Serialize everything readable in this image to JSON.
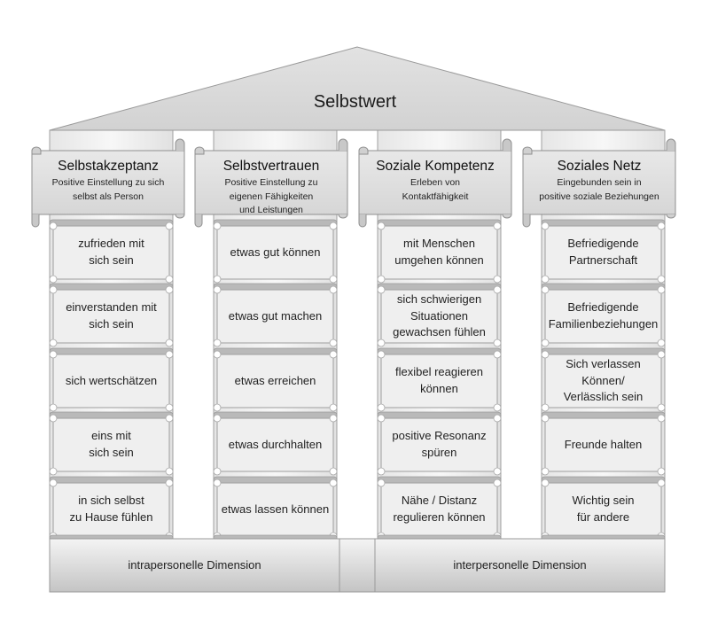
{
  "roof": {
    "title": "Selbstwert"
  },
  "pillars": [
    {
      "title": "Selbstakzeptanz",
      "subtitle": "Positive Einstellung zu sich\nselbst als Person",
      "blocks": [
        "zufrieden mit\nsich sein",
        "einverstanden mit\nsich sein",
        "sich wertschätzen",
        "eins mit\nsich sein",
        "in sich selbst\nzu Hause fühlen"
      ]
    },
    {
      "title": "Selbstvertrauen",
      "subtitle": "Positive Einstellung zu\neigenen Fähigkeiten\nund Leistungen",
      "blocks": [
        "etwas gut können",
        "etwas gut machen",
        "etwas erreichen",
        "etwas durchhalten",
        "etwas lassen können"
      ]
    },
    {
      "title": "Soziale Kompetenz",
      "subtitle": "Erleben von\nKontaktfähigkeit",
      "blocks": [
        "mit Menschen\numgehen können",
        "sich schwierigen\nSituationen\ngewachsen fühlen",
        "flexibel reagieren\nkönnen",
        "positive Resonanz\nspüren",
        "Nähe / Distanz\nregulieren können"
      ]
    },
    {
      "title": "Soziales Netz",
      "subtitle": "Eingebunden sein in\npositive soziale Beziehungen",
      "blocks": [
        "Befriedigende\nPartnerschaft",
        "Befriedigende\nFamilienbeziehungen",
        "Sich verlassen\nKönnen/\nVerlässlich sein",
        "Freunde halten",
        "Wichtig sein\nfür andere"
      ]
    }
  ],
  "base": {
    "left_label": "intrapersonelle Dimension",
    "right_label": "interpersonelle Dimension"
  }
}
